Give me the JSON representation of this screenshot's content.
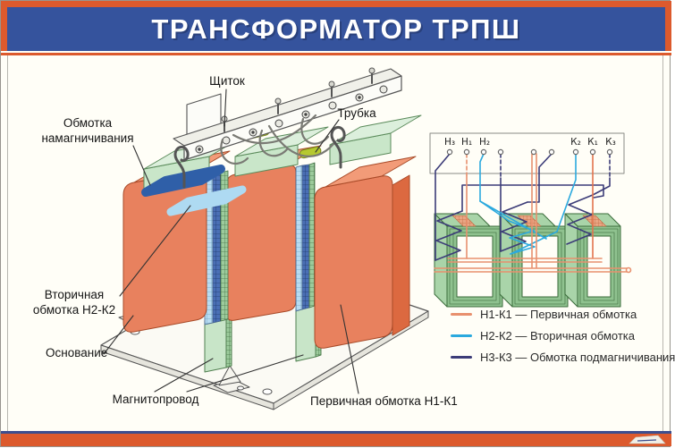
{
  "title": "ТРАНСФОРМАТОР ТРПШ",
  "colors": {
    "frame_orange": "#DC5A2D",
    "header_navy": "#35539D",
    "coil_orange": "#E8815E",
    "core_green": "#9CCB9C",
    "magnetizing_ring_blue": "#2F5FA8",
    "secondary_ring_lightblue": "#AEDAF2",
    "primary_wire": "#E8906E",
    "secondary_wire": "#2BA9DE",
    "bias_wire": "#3C3C78"
  },
  "illustration": {
    "labels": {
      "shield": "Щиток",
      "tube": "Трубка",
      "magnetizing_winding": "Обмотка\nнамагничивания",
      "secondary_winding": "Вторичная\nобмотка Н2-К2",
      "base": "Основание",
      "core": "Магнитопровод",
      "primary_winding": "Первичная обмотка Н1-К1"
    }
  },
  "schematic": {
    "terminals": [
      "Н₃",
      "Н₁",
      "Н₂",
      "К₂",
      "К₁",
      "К₃"
    ],
    "legend": [
      {
        "code": "Н1-К1",
        "text": "Н1-К1 — Первичная обмотка",
        "color": "#E8906E"
      },
      {
        "code": "Н2-К2",
        "text": "Н2-К2 — Вторичная обмотка",
        "color": "#2BA9DE"
      },
      {
        "code": "Н3-К3",
        "text": "Н3-К3 — Обмотка подмагничивания",
        "color": "#3C3C78"
      }
    ]
  }
}
